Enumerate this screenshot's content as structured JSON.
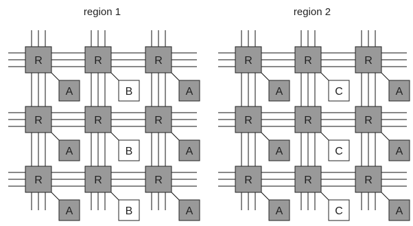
{
  "colors": {
    "wire": "#111111",
    "router_fill": "#999999",
    "router_stroke": "#222222",
    "block_a_fill": "#999999",
    "block_plain_fill": "#ffffff"
  },
  "regions": [
    {
      "title": "region 1",
      "router_label": "R",
      "rows": [
        [
          "A",
          "B",
          "A"
        ],
        [
          "A",
          "B",
          "A"
        ],
        [
          "A",
          "B",
          "A"
        ]
      ]
    },
    {
      "title": "region 2",
      "router_label": "R",
      "rows": [
        [
          "A",
          "C",
          "A"
        ],
        [
          "A",
          "C",
          "A"
        ],
        [
          "A",
          "C",
          "A"
        ]
      ]
    }
  ]
}
